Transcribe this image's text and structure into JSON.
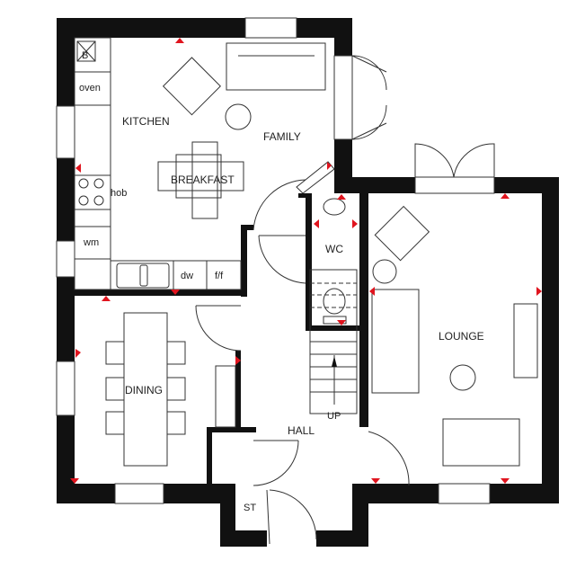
{
  "rooms": {
    "kitchen": "KITCHEN",
    "family": "FAMILY",
    "breakfast": "BREAKFAST",
    "wc": "WC",
    "lounge": "LOUNGE",
    "dining": "DINING",
    "hall": "HALL",
    "store": "ST",
    "stairs": "UP"
  },
  "fixtures": {
    "boiler": "B",
    "oven": "oven",
    "hob": "hob",
    "washing_machine": "wm",
    "dishwasher": "dw",
    "fridge_freezer": "f/f"
  },
  "colors": {
    "wall": "#111111",
    "marker": "#e0141e"
  }
}
